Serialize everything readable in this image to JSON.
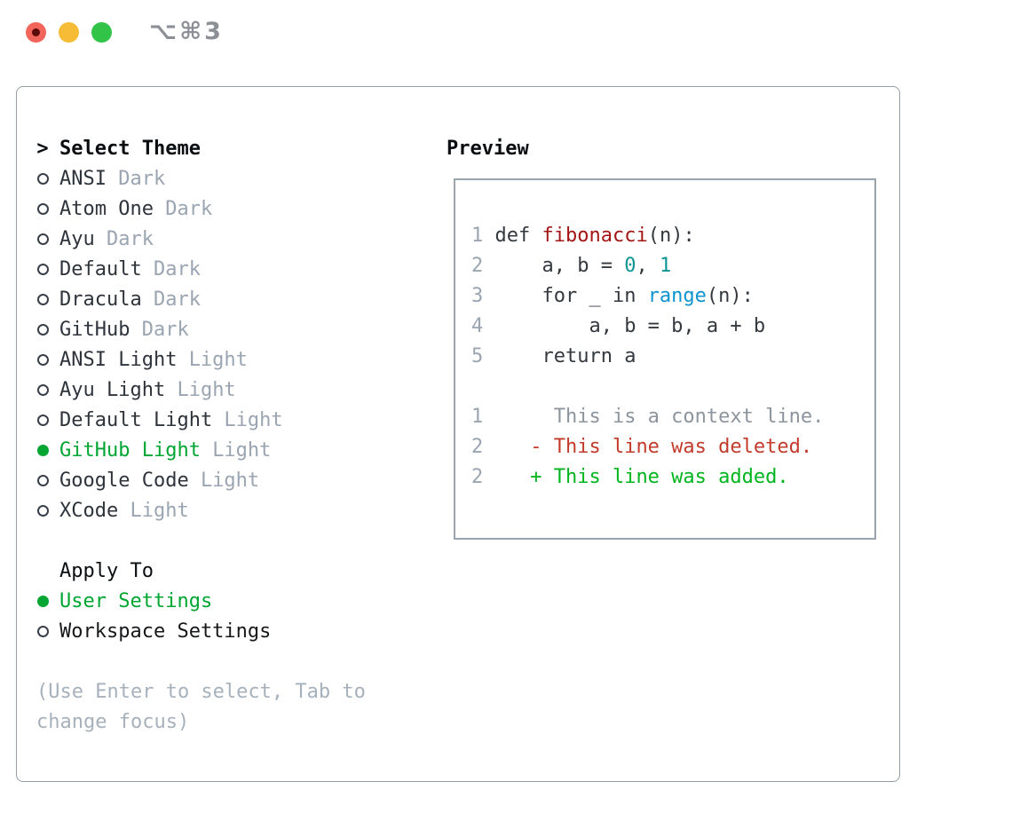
{
  "window": {
    "title": "⌥⌘3"
  },
  "colors": {
    "accent_green": "#00a532",
    "added_green": "#00b51e",
    "deleted_red": "#c23b2b",
    "function_red": "#a31515",
    "builtin_blue": "#0d94cf",
    "literal_teal": "#0f9393",
    "traffic_red": "#f2655a",
    "traffic_yellow": "#f7bc35",
    "traffic_green": "#31c448"
  },
  "theme_picker": {
    "prompt": ">",
    "title": "Select Theme",
    "themes": [
      {
        "name": "ANSI",
        "variant": "Dark",
        "selected": false
      },
      {
        "name": "Atom One",
        "variant": "Dark",
        "selected": false
      },
      {
        "name": "Ayu",
        "variant": "Dark",
        "selected": false
      },
      {
        "name": "Default",
        "variant": "Dark",
        "selected": false
      },
      {
        "name": "Dracula",
        "variant": "Dark",
        "selected": false
      },
      {
        "name": "GitHub",
        "variant": "Dark",
        "selected": false
      },
      {
        "name": "ANSI Light",
        "variant": "Light",
        "selected": false
      },
      {
        "name": "Ayu Light",
        "variant": "Light",
        "selected": false
      },
      {
        "name": "Default Light",
        "variant": "Light",
        "selected": false
      },
      {
        "name": "GitHub Light",
        "variant": "Light",
        "selected": true
      },
      {
        "name": "Google Code",
        "variant": "Light",
        "selected": false
      },
      {
        "name": "XCode",
        "variant": "Light",
        "selected": false
      }
    ],
    "apply_to": {
      "title": "Apply To",
      "options": [
        {
          "label": "User Settings",
          "selected": true
        },
        {
          "label": "Workspace Settings",
          "selected": false
        }
      ]
    },
    "hint_lines": [
      "(Use Enter to select, Tab to",
      "change focus)"
    ]
  },
  "preview": {
    "title": "Preview",
    "lines": [
      [
        {
          "k": "num",
          "t": "1"
        },
        {
          "k": "txt",
          "t": " def "
        },
        {
          "k": "fn",
          "t": "fibonacci"
        },
        {
          "k": "txt",
          "t": "(n):"
        }
      ],
      [
        {
          "k": "num",
          "t": "2"
        },
        {
          "k": "txt",
          "t": "     a, b = "
        },
        {
          "k": "lit",
          "t": "0"
        },
        {
          "k": "txt",
          "t": ", "
        },
        {
          "k": "lit",
          "t": "1"
        }
      ],
      [
        {
          "k": "num",
          "t": "3"
        },
        {
          "k": "txt",
          "t": "     for _ in "
        },
        {
          "k": "bi",
          "t": "range"
        },
        {
          "k": "txt",
          "t": "(n):"
        }
      ],
      [
        {
          "k": "num",
          "t": "4"
        },
        {
          "k": "txt",
          "t": "         a, b = b, a + b"
        }
      ],
      [
        {
          "k": "num",
          "t": "5"
        },
        {
          "k": "txt",
          "t": "     return a"
        }
      ],
      [],
      [
        {
          "k": "num",
          "t": "1"
        },
        {
          "k": "ctx",
          "t": "      This is a context line."
        }
      ],
      [
        {
          "k": "num",
          "t": "2"
        },
        {
          "k": "txt",
          "t": "    "
        },
        {
          "k": "del",
          "t": "- This line was deleted."
        }
      ],
      [
        {
          "k": "num",
          "t": "2"
        },
        {
          "k": "txt",
          "t": "    "
        },
        {
          "k": "add",
          "t": "+ This line was added."
        }
      ]
    ]
  }
}
